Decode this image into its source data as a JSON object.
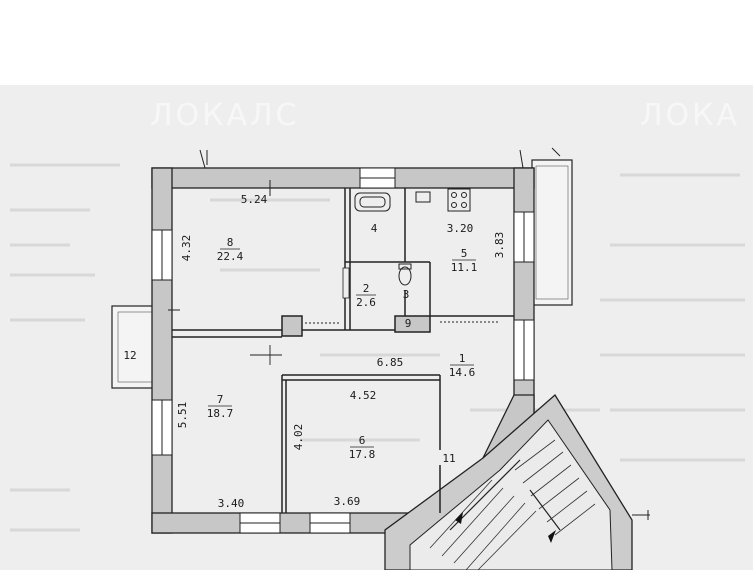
{
  "watermark": [
    "ЛОКАЛС",
    "ЛОКА"
  ],
  "rooms": [
    {
      "number": "8",
      "area": "22.4"
    },
    {
      "number": "7",
      "area": "18.7"
    },
    {
      "number": "6",
      "area": "17.8"
    },
    {
      "number": "5",
      "area": "11.1"
    },
    {
      "number": "2",
      "area": "2.6"
    },
    {
      "number": "1",
      "area": "14.6"
    },
    {
      "number": "4",
      "area": ""
    },
    {
      "number": "3",
      "area": ""
    },
    {
      "number": "9",
      "area": ""
    },
    {
      "number": "12",
      "area": ""
    },
    {
      "number": "11",
      "area": ""
    }
  ],
  "dimensions": [
    "5.24",
    "4.32",
    "3.20",
    "3.83",
    "6.85",
    "4.52",
    "4.02",
    "5.51",
    "3.40",
    "3.69"
  ]
}
